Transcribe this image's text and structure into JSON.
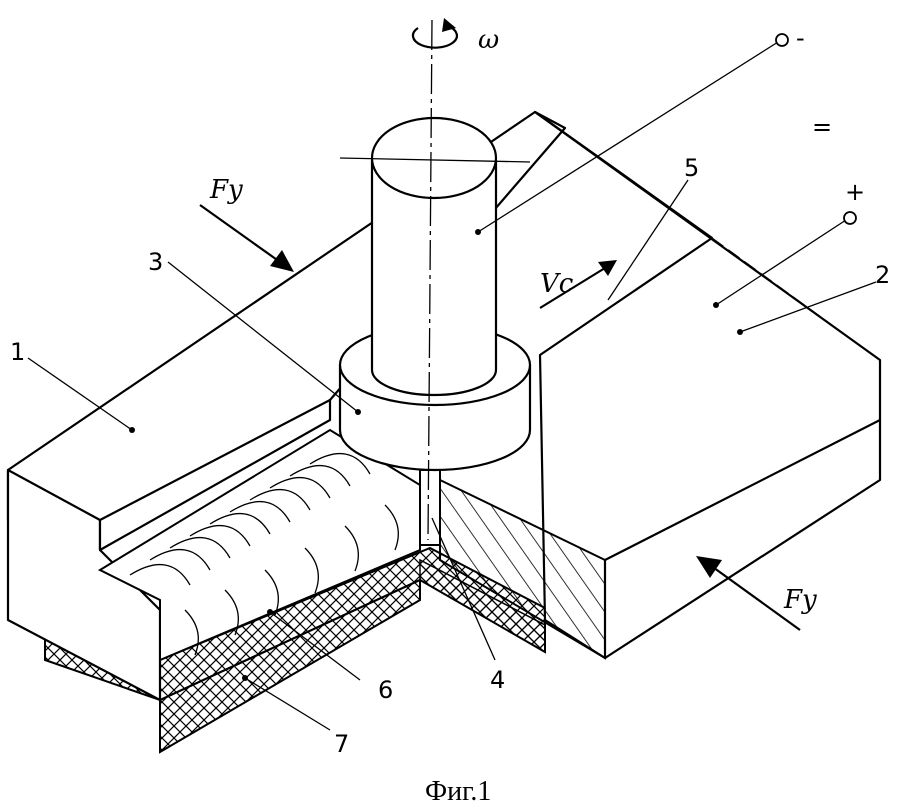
{
  "figure": {
    "caption": "Фиг.1",
    "symbols": {
      "omega": "ω",
      "minus": "-",
      "plus": "+",
      "equals": "=",
      "force_left": "Fy",
      "force_right": "Fy",
      "velocity": "Vc"
    },
    "part_numbers": [
      "1",
      "2",
      "3",
      "4",
      "5",
      "6",
      "7"
    ]
  }
}
